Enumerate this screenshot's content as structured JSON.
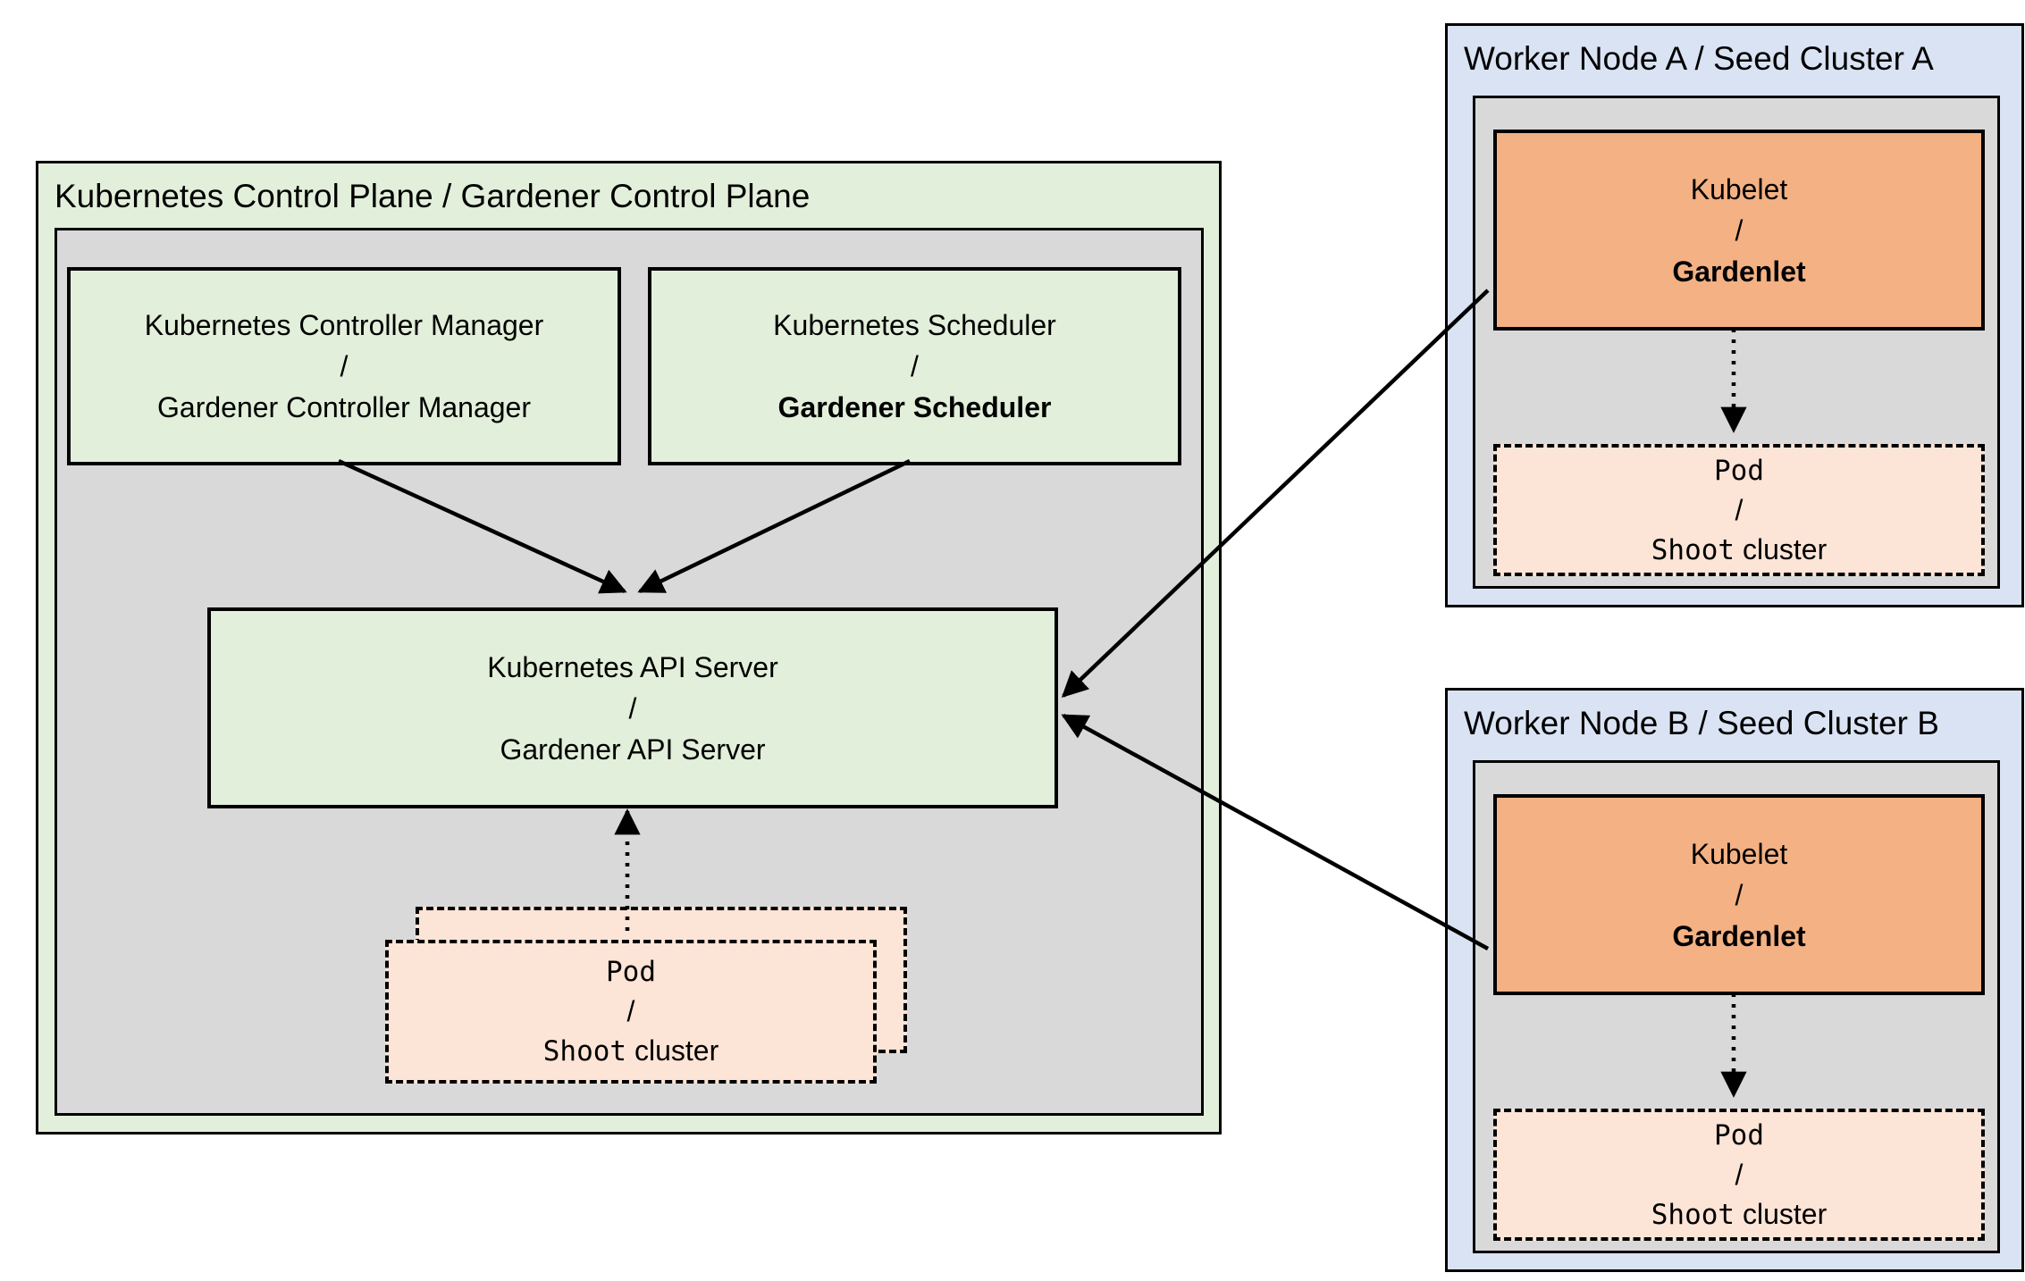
{
  "colors": {
    "control_plane_bg": "#e2efda",
    "component_bg": "#e2efda",
    "panel_bg": "#d9d9d9",
    "worker_bg": "#dae3f3",
    "kubelet_bg": "#f4b183",
    "pod_bg": "#fce4d6",
    "border": "#000000"
  },
  "control_plane": {
    "title": "Kubernetes Control Plane / Gardener Control Plane",
    "controller_manager": {
      "line1": "Kubernetes Controller Manager",
      "separator": "/",
      "line2": "Gardener Controller Manager"
    },
    "scheduler": {
      "line1": "Kubernetes Scheduler",
      "separator": "/",
      "line2": "Gardener Scheduler"
    },
    "api_server": {
      "line1": "Kubernetes API Server",
      "separator": "/",
      "line2": "Gardener API Server"
    },
    "pod": {
      "line1": "Pod",
      "separator": "/",
      "line2_mono": "Shoot",
      "line2_plain": "cluster"
    }
  },
  "worker_node_a": {
    "title": "Worker Node A / Seed Cluster A",
    "kubelet": {
      "line1": "Kubelet",
      "separator": "/",
      "line2": "Gardenlet"
    },
    "pod": {
      "line1": "Pod",
      "separator": "/",
      "line2_mono": "Shoot",
      "line2_plain": "cluster"
    }
  },
  "worker_node_b": {
    "title": "Worker Node B / Seed Cluster B",
    "kubelet": {
      "line1": "Kubelet",
      "separator": "/",
      "line2": "Gardenlet"
    },
    "pod": {
      "line1": "Pod",
      "separator": "/",
      "line2_mono": "Shoot",
      "line2_plain": "cluster"
    }
  }
}
